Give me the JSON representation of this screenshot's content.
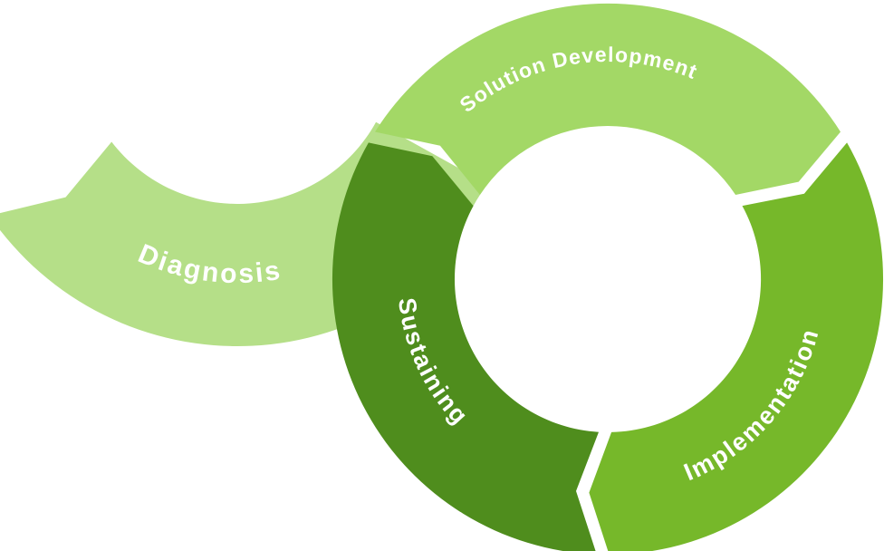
{
  "diagram": {
    "background_color": "#ffffff",
    "label_color": "#ffffff",
    "banner": {
      "label": "Diagnosis",
      "color": "#b5df88"
    },
    "cycle_segments": [
      {
        "label": "Solution Development",
        "color": "#a3d866"
      },
      {
        "label": "Implementation",
        "color": "#76b82a"
      },
      {
        "label": "Sustaining",
        "color": "#4f8d1d"
      }
    ]
  }
}
